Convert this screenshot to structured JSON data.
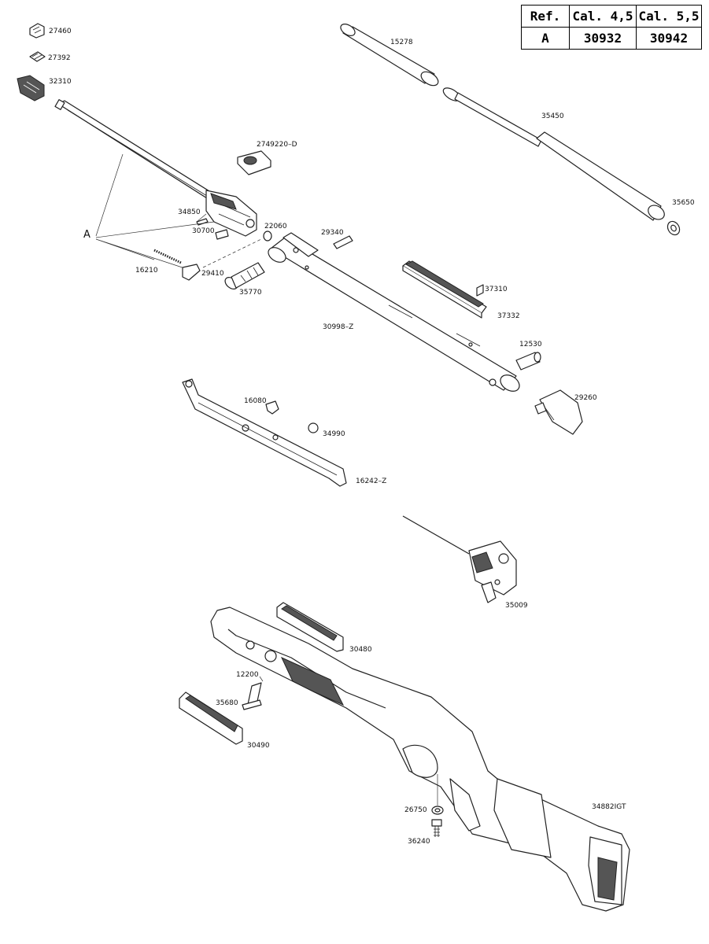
{
  "ref_table": {
    "headers": [
      "Ref.",
      "Cal. 4,5",
      "Cal. 5,5"
    ],
    "rows": [
      [
        "A",
        "30932",
        "30942"
      ]
    ]
  },
  "assembly_label": "A",
  "parts": {
    "p27460": "27460",
    "p27392": "27392",
    "p32310": "32310",
    "p15278": "15278",
    "p35450": "35450",
    "p35650": "35650",
    "p2749220D": "2749220–D",
    "p34850": "34850",
    "p30700": "30700",
    "p22060": "22060",
    "p29340": "29340",
    "p16210": "16210",
    "p29410": "29410",
    "p35770": "35770",
    "p37310": "37310",
    "p37332": "37332",
    "p30998Z": "30998–Z",
    "p12530": "12530",
    "p29260": "29260",
    "p16080": "16080",
    "p34990": "34990",
    "p16242Z": "16242–Z",
    "p35009": "35009",
    "p30480": "30480",
    "p12200": "12200",
    "p35680": "35680",
    "p30490": "30490",
    "p26750": "26750",
    "p34882IGT": "34882IGT",
    "p36240": "36240"
  }
}
